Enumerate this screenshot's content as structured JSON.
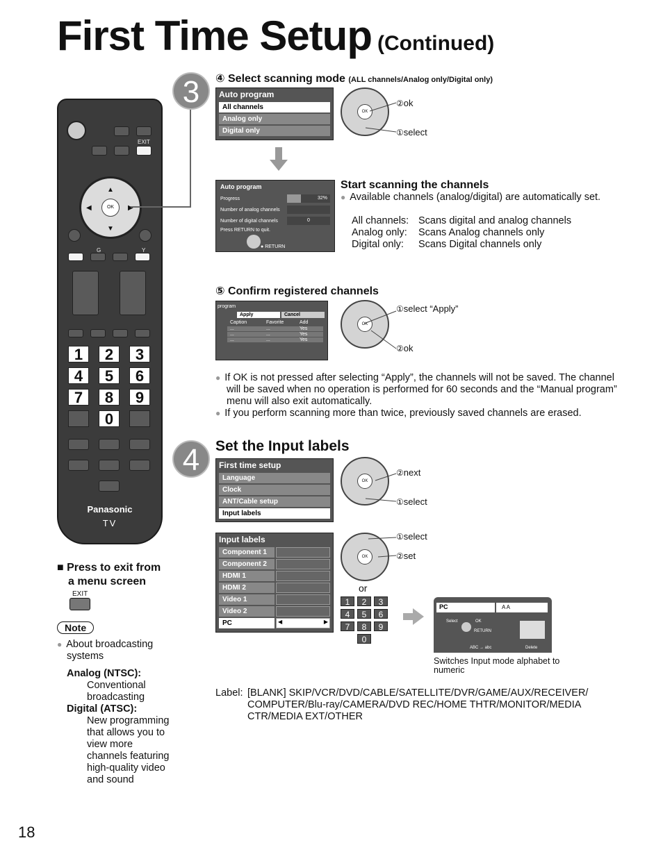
{
  "page": {
    "title": "First Time Setup",
    "subtitle": "(Continued)",
    "number": "18"
  },
  "remote": {
    "exit_label": "EXIT",
    "g_label": "G",
    "y_label": "Y",
    "ok_label": "OK",
    "brand": "Panasonic",
    "tv": "TV",
    "keys": [
      "1",
      "2",
      "3",
      "4",
      "5",
      "6",
      "7",
      "8",
      "9",
      "0"
    ]
  },
  "step3": {
    "number": "3",
    "select_mode": {
      "marker": "④",
      "title": "Select scanning mode",
      "sub": "(ALL channels/Analog only/Digital only)",
      "menu_title": "Auto program",
      "items": [
        "All channels",
        "Analog only",
        "Digital only"
      ],
      "callout_ok": "ok",
      "callout_ok_num": "②",
      "callout_select": "select",
      "callout_select_num": "①"
    },
    "scan": {
      "menu_title": "Auto program",
      "rows": [
        "Progress",
        "Number of analog channels",
        "Number of digital channels"
      ],
      "progress": "32%",
      "digital_count": "0",
      "quit": "Press RETURN to quit.",
      "return_label": "RETURN",
      "heading": "Start scanning the channels",
      "bullet": "Available channels (analog/digital) are automatically set.",
      "defs": [
        {
          "term": "All channels:",
          "desc": "Scans digital and analog channels"
        },
        {
          "term": "Analog only:",
          "desc": "Scans Analog channels only"
        },
        {
          "term": "Digital only:",
          "desc": "Scans Digital channels only"
        }
      ]
    },
    "confirm": {
      "marker": "⑤",
      "title": "Confirm registered channels",
      "menu_title": "program",
      "apply": "Apply",
      "cancel": "Cancel",
      "headers": [
        "Caption",
        "Favorite",
        "Add"
      ],
      "rows": [
        [
          "...",
          "...",
          "Yes"
        ],
        [
          "...",
          "...",
          "Yes"
        ],
        [
          "...",
          "...",
          "Yes"
        ]
      ],
      "callout_select": "select “Apply”",
      "callout_select_num": "①",
      "callout_ok": "ok",
      "callout_ok_num": "②",
      "bullets": [
        "If OK is not pressed after selecting “Apply”, the channels will not be saved. The channel will be saved when no operation is performed for 60 seconds and the “Manual program” menu will also exit automatically.",
        "If you perform scanning more than twice, previously saved channels are erased."
      ]
    }
  },
  "step4": {
    "number": "4",
    "title": "Set the Input labels",
    "fts_menu": {
      "title": "First time setup",
      "items": [
        "Language",
        "Clock",
        "ANT/Cable setup",
        "Input labels"
      ],
      "callout_next": "next",
      "callout_next_num": "②",
      "callout_select": "select",
      "callout_select_num": "①"
    },
    "il_menu": {
      "title": "Input labels",
      "items": [
        "Component 1",
        "Component 2",
        "HDMI 1",
        "HDMI 2",
        "Video 1",
        "Video 2",
        "PC"
      ],
      "callout_select": "select",
      "callout_select_num": "①",
      "callout_set": "set",
      "callout_set_num": "②",
      "or": "or",
      "keys": [
        "1",
        "2",
        "3",
        "4",
        "5",
        "6",
        "7",
        "8",
        "9",
        "0"
      ]
    },
    "pc_screen": {
      "label": "PC",
      "value": "A A",
      "select": "Select",
      "ok": "OK",
      "return": "RETURN",
      "abc": "ABC → abc",
      "delete": "Delete",
      "caption": "Switches Input mode alphabet to numeric"
    },
    "label_line": {
      "prefix": "Label:",
      "text": "[BLANK] SKIP/VCR/DVD/CABLE/SATELLITE/DVR/GAME/AUX/RECEIVER/ COMPUTER/Blu-ray/CAMERA/DVD REC/HOME THTR/MONITOR/MEDIA CTR/MEDIA EXT/OTHER"
    }
  },
  "exit_section": {
    "marker": "■",
    "title_l1": "Press to exit from",
    "title_l2": "a menu screen",
    "exit_label": "EXIT"
  },
  "note": {
    "label": "Note",
    "bullet": "About broadcasting systems",
    "analog_term": "Analog (NTSC):",
    "analog_desc": "Conventional broadcasting",
    "digital_term": "Digital (ATSC):",
    "digital_desc": "New programming that allows you to view more channels featuring high-quality video and sound"
  }
}
